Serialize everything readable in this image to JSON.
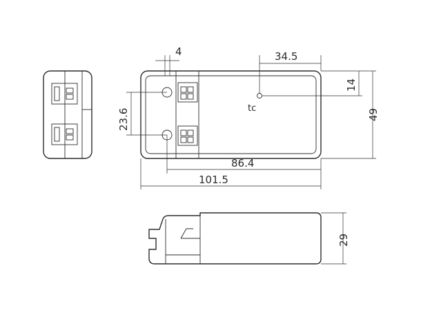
{
  "dimensions": {
    "terminal_offset": "4",
    "tc_offset_x": "34.5",
    "tc_offset_y": "14",
    "terminal_pitch": "23.6",
    "height_top_view": "49",
    "length_inner": "86.4",
    "length_total": "101.5",
    "height_side_view": "29"
  },
  "labels": {
    "tc_point": "tc"
  },
  "colors": {
    "line": "#2b2b2b",
    "background": "#ffffff"
  }
}
